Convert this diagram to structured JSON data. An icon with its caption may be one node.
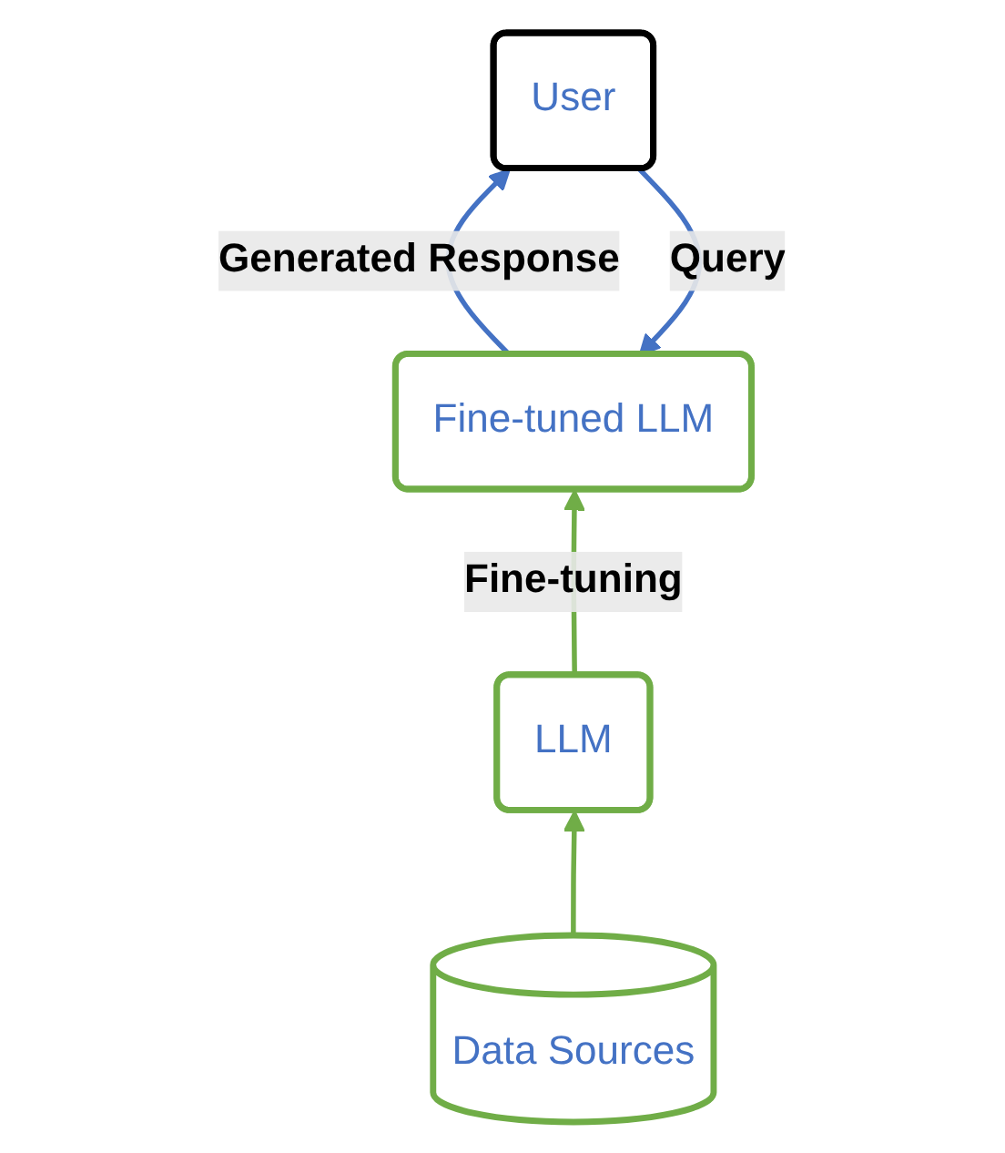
{
  "diagram": {
    "nodes": [
      {
        "text": [
          "User"
        ]
      },
      {
        "text": [
          "Fine-tuned LLM"
        ]
      },
      {
        "text": [
          "LLM"
        ]
      },
      {
        "text": [
          "Data Sources"
        ]
      }
    ],
    "edges": [
      {
        "from": 0,
        "to": 1,
        "arrow": "to",
        "label": "Query",
        "color": "#4472c4"
      },
      {
        "from": 1,
        "to": 0,
        "arrow": "to",
        "label": "Generated Response",
        "color": "#4472c4"
      },
      {
        "from": 2,
        "to": 1,
        "arrow": "to",
        "label": "Fine-tuning",
        "color": "#70ad47"
      },
      {
        "from": 3,
        "to": 2,
        "arrow": "to",
        "color": "#70ad47"
      }
    ]
  }
}
